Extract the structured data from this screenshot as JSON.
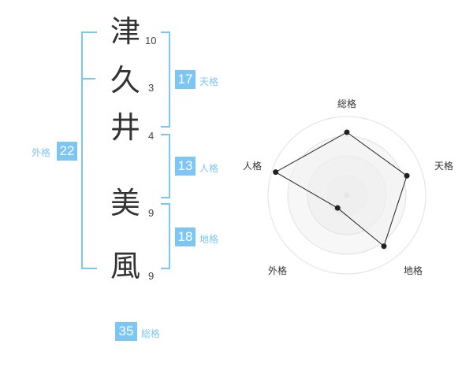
{
  "name": {
    "chars": [
      {
        "char": "津",
        "strokes": "10"
      },
      {
        "char": "久",
        "strokes": "3"
      },
      {
        "char": "井",
        "strokes": "4"
      },
      {
        "char": "美",
        "strokes": "9"
      },
      {
        "char": "風",
        "strokes": "9"
      }
    ]
  },
  "kaku": {
    "tenkaku": {
      "value": "17",
      "label": "天格"
    },
    "jinkaku": {
      "value": "13",
      "label": "人格"
    },
    "chikaku": {
      "value": "18",
      "label": "地格"
    },
    "gaikaku": {
      "value": "22",
      "label": "外格"
    },
    "soukaku": {
      "value": "35",
      "label": "総格"
    }
  },
  "colors": {
    "accent": "#7cc6f5",
    "text": "#333333",
    "polygon_fill": "#f2f2f2"
  },
  "chart_data": {
    "type": "radar",
    "axes": [
      "総格",
      "天格",
      "地格",
      "外格",
      "人格"
    ],
    "values": [
      0.8,
      0.8,
      0.8,
      0.2,
      0.95
    ],
    "rings": 4
  }
}
